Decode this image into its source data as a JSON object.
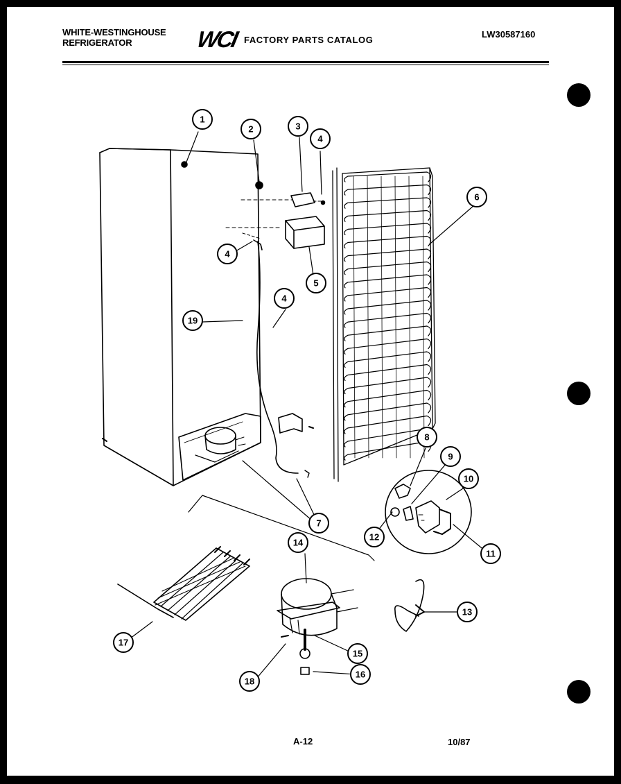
{
  "header": {
    "brand_line1": "WHITE-WESTINGHOUSE",
    "brand_line2": "REFRIGERATOR",
    "logo": "WCI",
    "catalog_title": "FACTORY PARTS CATALOG",
    "model_number": "LW30587160"
  },
  "footer": {
    "page": "A-12",
    "date": "10/87"
  },
  "callouts": [
    "1",
    "2",
    "3",
    "4",
    "4",
    "4",
    "5",
    "6",
    "7",
    "8",
    "9",
    "10",
    "11",
    "12",
    "13",
    "14",
    "15",
    "16",
    "17",
    "18",
    "19"
  ]
}
